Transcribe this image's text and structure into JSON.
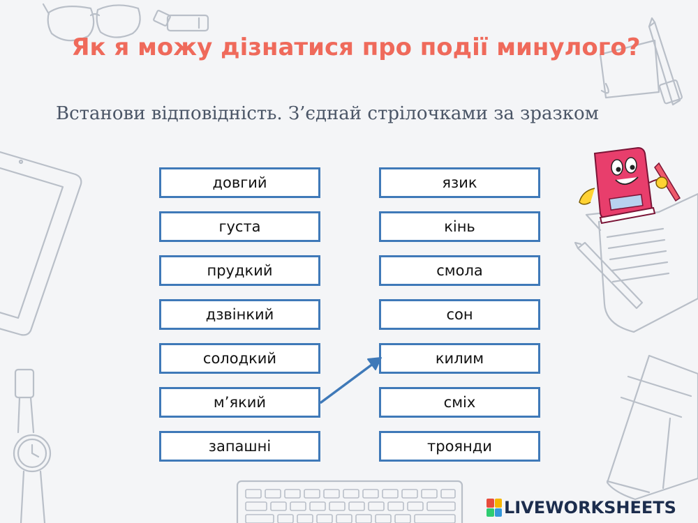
{
  "title": "Як я можу дізнатися про події минулого?",
  "instruction": "Встанови відповідність. З’єднай стрілочками за зразком",
  "left_items": [
    {
      "label": "довгий"
    },
    {
      "label": "густа"
    },
    {
      "label": "прудкий"
    },
    {
      "label": "дзвінкий"
    },
    {
      "label": "солодкий"
    },
    {
      "label": "м’який"
    },
    {
      "label": "запашні"
    }
  ],
  "right_items": [
    {
      "label": "язик"
    },
    {
      "label": "кінь"
    },
    {
      "label": "смола"
    },
    {
      "label": "сон"
    },
    {
      "label": "килим"
    },
    {
      "label": "сміх"
    },
    {
      "label": "троянди"
    }
  ],
  "example_connection": {
    "from": "м’який",
    "to": "килим"
  },
  "brand": {
    "text": "LIVEWORKSHEETS",
    "badge_colors": [
      "#e74c3c",
      "#f5b400",
      "#2ecc71",
      "#3498db"
    ]
  },
  "colors": {
    "title": "#ef6a5b",
    "box_border": "#3f79b8",
    "arrow": "#3f79b8",
    "instruction": "#4a5566"
  },
  "icons": [
    "glasses-icon",
    "usb-stick-icon",
    "notepad-icon",
    "pencil-icon",
    "tablet-icon",
    "book-mascot-icon",
    "open-notebook-icon",
    "pen-icon",
    "wristwatch-icon",
    "keyboard-icon",
    "closed-notebook-icon"
  ]
}
